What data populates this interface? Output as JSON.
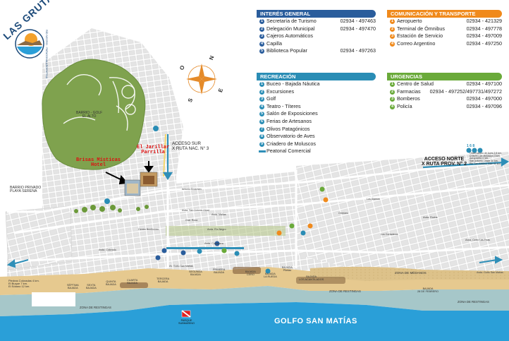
{
  "logo": {
    "title": "LAS GRUTAS",
    "subtitle": "RÍO NEGRO · PATAGONIA ARGENTINA"
  },
  "panels": {
    "interes_general": {
      "title": "INTERÉS GENERAL",
      "color": "#2a5d9c",
      "items": [
        {
          "n": "1",
          "name": "Secretaría de Turismo",
          "tel": "02934 - 497463"
        },
        {
          "n": "2",
          "name": "Delegación Municipal",
          "tel": "02934 - 497470"
        },
        {
          "n": "3",
          "name": "Cajeros Automáticos",
          "tel": ""
        },
        {
          "n": "4",
          "name": "Capilla",
          "tel": ""
        },
        {
          "n": "5",
          "name": "Biblioteca Popular",
          "tel": "02934 - 497263"
        }
      ]
    },
    "recreacion": {
      "title": "RECREACIÓN",
      "color": "#2a8db5",
      "items": [
        {
          "n": "1",
          "name": "Buceo - Bajada Náutica"
        },
        {
          "n": "2",
          "name": "Excursiones"
        },
        {
          "n": "3",
          "name": "Golf"
        },
        {
          "n": "4",
          "name": "Teatro - Títeres"
        },
        {
          "n": "5",
          "name": "Salón de Exposiciones"
        },
        {
          "n": "6",
          "name": "Ferias de Artesanos"
        },
        {
          "n": "7",
          "name": "Olivos Patagónicos"
        },
        {
          "n": "8",
          "name": "Observatorio de Aves"
        },
        {
          "n": "9",
          "name": "Criadero de Moluscos"
        }
      ],
      "peatonal": "Peatonal Comercial"
    },
    "comunicacion": {
      "title": "COMUNICACIÓN Y TRANSPORTE",
      "color": "#f08a1c",
      "items": [
        {
          "n": "1",
          "name": "Aeropuerto",
          "tel": "02934 - 421329"
        },
        {
          "n": "2",
          "name": "Terminal de Ómnibus",
          "tel": "02934 - 497778"
        },
        {
          "n": "3",
          "name": "Estación de Servicio",
          "tel": "02934 - 497009"
        },
        {
          "n": "4",
          "name": "Correo Argentino",
          "tel": "02934 - 497250"
        }
      ]
    },
    "urgencias": {
      "title": "URGENCIAS",
      "color": "#6aaa3a",
      "items": [
        {
          "n": "1",
          "name": "Centro de Salud",
          "tel": "02934 - 497100"
        },
        {
          "n": "2",
          "name": "Farmacias",
          "tel": "02934 - 497252/497731/497272"
        },
        {
          "n": "3",
          "name": "Bomberos",
          "tel": "02934 - 497000"
        },
        {
          "n": "4",
          "name": "Policía",
          "tel": "02934 - 497096"
        }
      ]
    }
  },
  "compass": {
    "n": "N",
    "s": "S",
    "e": "E",
    "o": "O"
  },
  "labels": {
    "barrio_golf": "BARRIO - GOLF\nEL ALTO",
    "acceso_sur": "ACCESO SUR\nX RUTA NAC. N° 3",
    "acceso_norte": "ACCESO NORTE\nX RUTA PROV. N° 2",
    "observatorio_note": "Observatorio de Aves 2,5 km.\nCriadero de Moluscos 3 km.\nAeropuerto 3 km.\nSan Antonio Oeste 14 km.\nPto San Antonio Este 60 km.",
    "barrio_privado": "BARRIO PRIVADO\nPLAYA SERENA",
    "piedras": "Piedras Coloradas 4 km.\nEl Buque 7 km.\nEl Sótano 12 km.",
    "jarillar": "El Jarillar\nParrilla",
    "brisas": "Brisas Místicas\nHotel",
    "golfo": "GOLFO SAN MATÍAS",
    "parque_sub": "PARQUE\nSUBMARINO",
    "zona_restingas_1": "ZONA DE RESTINGAS",
    "zona_restingas_2": "ZONA DE RESTINGAS",
    "zona_restingas_3": "ZONA DE RESTINGAS",
    "zona_medanos": "ZONA DE MÉDANOS",
    "b_septima": "SÉPTIMA\nBAJADA",
    "b_sexta": "SEXTA\nBAJADA",
    "b_quinta": "QUINTA\nBAJADA",
    "b_cuarta": "CUARTA\nBAJADA",
    "b_tercera": "TERCERA\nBAJADA",
    "b_segunda": "SEGUNDA\nBAJADA",
    "b_primera": "PRIMERA\nBAJADA",
    "b_cero": "BAJADA\nCERO",
    "b_rueda": "BAJADA\nLA RUEDA",
    "b_piletas": "BAJADA\nPIletas",
    "b_acantilados": "BAJADA\nLOS ACANTILADOS",
    "b_febrero": "BAJADA\n28 DE FEBRERO",
    "fr_168": "1 6 8"
  },
  "streets": {
    "s1": "Antonio Brosmen",
    "s2": "Avda. San Antonio Abad",
    "s3": "Gral. Roca",
    "s4": "Avda. Mallas",
    "s5": "Avda. Río Negro",
    "s6": "Avda. Costanera",
    "s7": "Centro Beethoven",
    "s8": "Av. Golfo San Matías",
    "s9": "Los Álamos",
    "s10": "Ombúes",
    "s11": "Avda. Colorado",
    "s12": "Avda. Golfo San Matías",
    "s13": "Los Cortaderos",
    "s14": "Avda. Rocha",
    "s15": "Avda. Cerro Las Frias"
  },
  "colors": {
    "sea": "#2a9fd8",
    "beach": "#e6c98f",
    "green": "#7fa24e",
    "restinga": "#a6c7c9",
    "block": "#e5e5e5",
    "road": "#ffffff"
  }
}
